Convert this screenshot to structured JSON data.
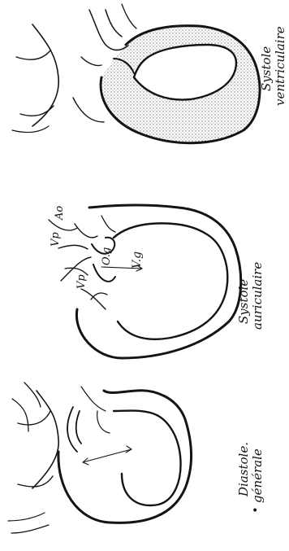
{
  "panels": [
    {
      "id": "diastole",
      "caption_line1": "Diastole.",
      "caption_line2": "générale",
      "bullet": "•"
    },
    {
      "id": "systole-auriculaire",
      "caption_line1": "Systole",
      "caption_line2": "auriculaire",
      "labels": {
        "aorta": "Ao",
        "pulmonary_valve_upper": "Vp",
        "pulmonary_valve_lower": "Vp",
        "left_atrium": "O.g",
        "left_ventricle": "V.g"
      }
    },
    {
      "id": "systole-ventriculaire",
      "caption_line1": "Systole",
      "caption_line2": "ventriculaire"
    }
  ],
  "colors": {
    "ink": "#141414",
    "paper": "#ffffff",
    "shading": "#8a8a8a"
  }
}
